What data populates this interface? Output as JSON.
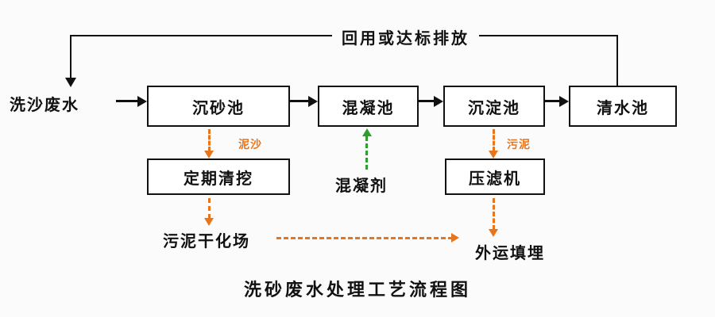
{
  "title": "洗砂废水处理工艺流程图",
  "top_label": "回用或达标排放",
  "source_label": "洗沙废水",
  "boxes": {
    "grit": "沉砂池",
    "coagulation": "混凝池",
    "sedimentation": "沉淀池",
    "clean": "清水池",
    "dredging": "定期清挖",
    "filter_press": "压滤机"
  },
  "labels": {
    "sediment": "泥沙",
    "sludge": "污泥",
    "coagulant": "混凝剂",
    "drying_field": "污泥干化场",
    "landfill": "外运填埋"
  },
  "colors": {
    "accent_orange": "#e8751a",
    "accent_green": "#2f9e2f",
    "line_black": "#111111",
    "background": "#fbfbfb"
  }
}
